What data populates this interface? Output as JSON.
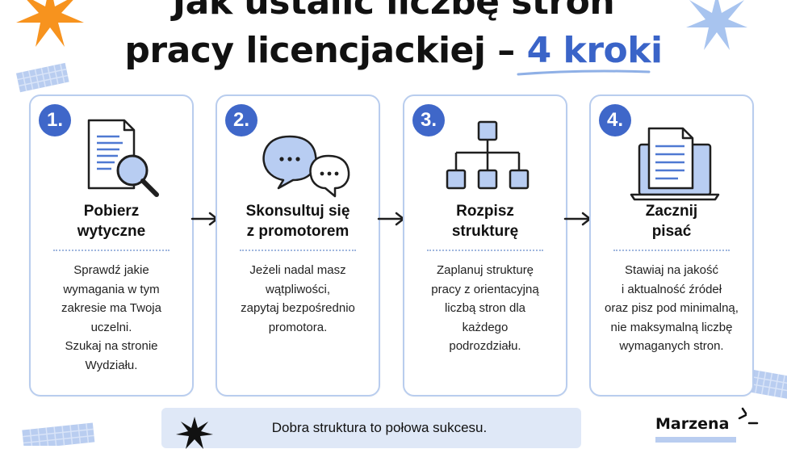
{
  "title": {
    "line1": "Jak ustalić liczbę stron",
    "line2": "pracy licencjackiej –",
    "accent": "4 kroki"
  },
  "steps": [
    {
      "number": "1.",
      "heading_line1": "Pobierz",
      "heading_line2": "wytyczne",
      "body": [
        "Sprawdź jakie",
        "wymagania w tym",
        "zakresie ma Twoja",
        "uczelni.",
        "Szukaj na stronie",
        "Wydziału."
      ],
      "icon": "document-search-icon"
    },
    {
      "number": "2.",
      "heading_line1": "Skonsultuj się",
      "heading_line2": "z promotorem",
      "body": [
        "Jeżeli nadal masz",
        "wątpliwości,",
        "zapytaj bezpośrednio",
        "promotora."
      ],
      "icon": "chat-bubbles-icon"
    },
    {
      "number": "3.",
      "heading_line1": "Rozpisz",
      "heading_line2": "strukturę",
      "body": [
        "Zaplanuj strukturę",
        "pracy z orientacyjną",
        "liczbą stron dla",
        "każdego",
        "podrozdziału."
      ],
      "icon": "hierarchy-icon"
    },
    {
      "number": "4.",
      "heading_line1": "Zacznij",
      "heading_line2": "pisać",
      "body": [
        "Stawiaj na jakość",
        "i aktualność źródeł",
        "oraz pisz pod minimalną,",
        "nie maksymalną liczbę",
        "wymaganych stron."
      ],
      "icon": "laptop-document-icon"
    }
  ],
  "banner": {
    "text": "Dobra struktura to połowa sukcesu."
  },
  "author": {
    "name": "Marzena"
  },
  "colors": {
    "accent": "#3f67c9",
    "card_border": "#b9cdee",
    "icon_fill": "#b8cdf2",
    "star_orange": "#f7931e",
    "star_blue": "#a8c4ef",
    "banner_bg": "#dfe8f7"
  }
}
